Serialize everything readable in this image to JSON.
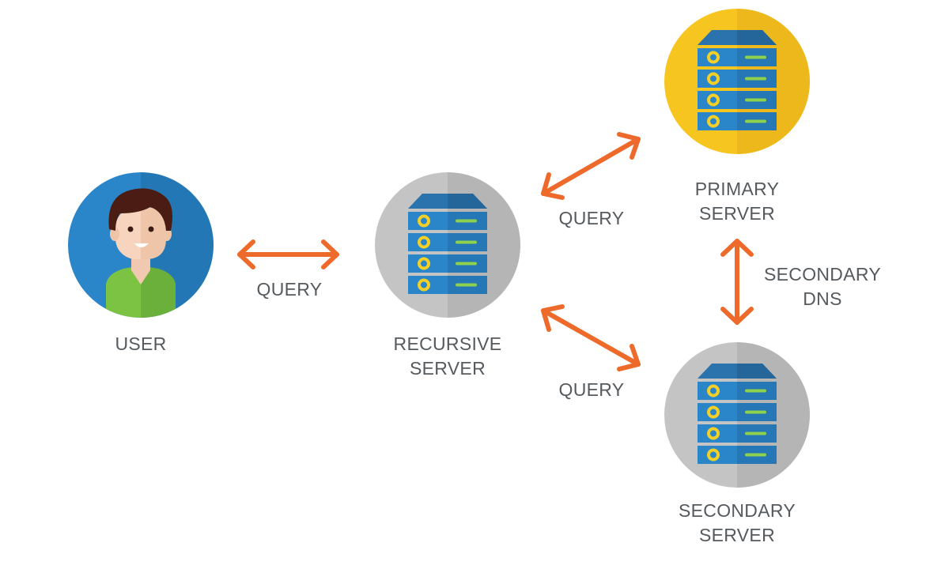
{
  "diagram": {
    "title": "DNS query flow",
    "colors": {
      "arrow": "#ee6a2a",
      "label_text": "#555a5e",
      "user_bg": "#2a86c8",
      "server_bg_gray": "#c4c4c4",
      "server_bg_yellow": "#f7c520",
      "server_body": "#2a86c8",
      "server_top": "#2a73ad",
      "led": "#f3d028",
      "indicator": "#8dd14c"
    },
    "nodes": [
      {
        "id": "user",
        "label": "USER",
        "icon": "user-avatar-icon"
      },
      {
        "id": "recursive",
        "label": "RECURSIVE\nSERVER",
        "icon": "server-icon"
      },
      {
        "id": "primary",
        "label": "PRIMARY\nSERVER",
        "icon": "server-icon"
      },
      {
        "id": "secondary",
        "label": "SECONDARY\nSERVER",
        "icon": "server-icon"
      }
    ],
    "edges": [
      {
        "from": "user",
        "to": "recursive",
        "label": "QUERY",
        "direction": "bidirectional"
      },
      {
        "from": "recursive",
        "to": "primary",
        "label": "QUERY",
        "direction": "bidirectional"
      },
      {
        "from": "recursive",
        "to": "secondary",
        "label": "QUERY",
        "direction": "bidirectional"
      },
      {
        "from": "primary",
        "to": "secondary",
        "label": "SECONDARY\nDNS",
        "direction": "bidirectional"
      }
    ]
  }
}
